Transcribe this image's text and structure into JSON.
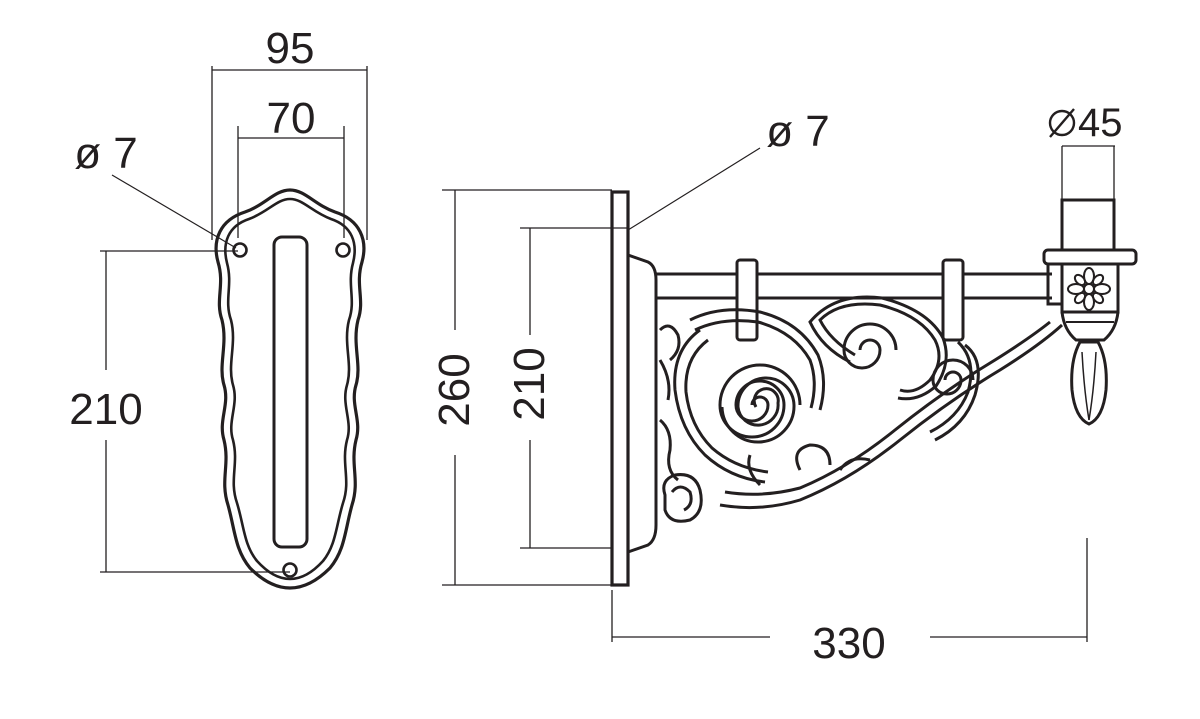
{
  "front_view": {
    "dim_width_outer": "95",
    "dim_width_holes": "70",
    "dim_height_holes": "210",
    "hole_label": "ø 7"
  },
  "side_view": {
    "hole_label": "ø 7",
    "tube_label": "45",
    "tube_symbol": "diameter-symbol",
    "dim_height_plate": "260",
    "dim_height_holes": "210",
    "dim_length": "330"
  },
  "colors": {
    "line": "#231f20",
    "background": "#ffffff"
  }
}
